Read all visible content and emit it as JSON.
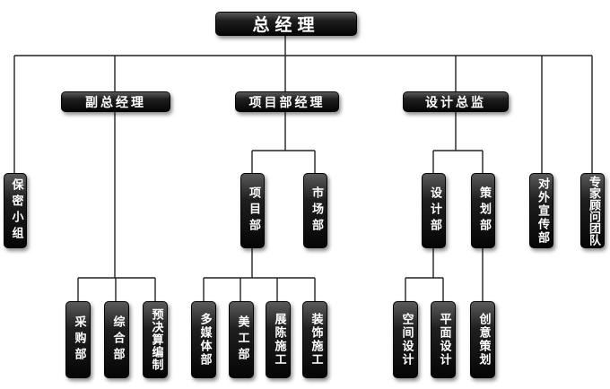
{
  "nodes": {
    "ceo": "总经理",
    "deputy_gm": "副总经理",
    "project_manager": "项目部经理",
    "design_director": "设计总监",
    "security_group": "保密小组",
    "project_dept": "项目部",
    "market_dept": "市场部",
    "design_dept": "设计部",
    "planning_dept": "策划部",
    "pr_dept": "对外宣传部",
    "expert_team": "专家顾问团队",
    "procurement": "采购部",
    "general_dept": "综合部",
    "budget": "预决算编制",
    "multimedia": "多媒体部",
    "art_dept": "美工部",
    "exhibition": "展陈施工",
    "decoration": "装饰施工",
    "space_design": "空间设计",
    "graphic_design": "平面设计",
    "creative_planning": "创意策划"
  }
}
